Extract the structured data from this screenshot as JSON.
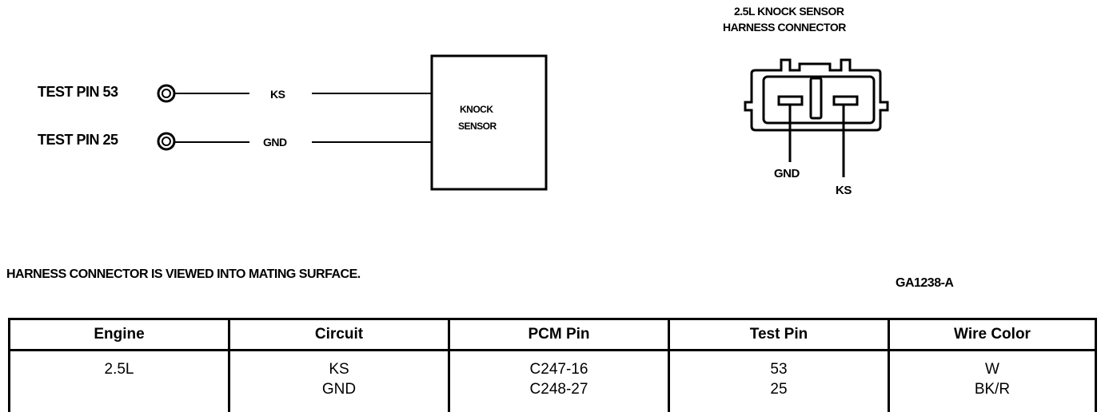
{
  "left_diagram": {
    "test_pins": [
      {
        "label": "TEST PIN 53",
        "circuit": "KS"
      },
      {
        "label": "TEST PIN 25",
        "circuit": "GND"
      }
    ],
    "sensor_label_line1": "KNOCK",
    "sensor_label_line2": "SENSOR"
  },
  "connector": {
    "title_line1": "2.5L KNOCK SENSOR",
    "title_line2": "HARNESS CONNECTOR",
    "pin_left": "GND",
    "pin_right": "KS"
  },
  "note": "HARNESS CONNECTOR IS VIEWED INTO MATING SURFACE.",
  "figure_id": "GA1238-A",
  "table": {
    "headers": [
      "Engine",
      "Circuit",
      "PCM Pin",
      "Test Pin",
      "Wire Color"
    ],
    "engine": "2.5L",
    "rows": [
      {
        "circuit": "KS",
        "pcm_pin": "C247-16",
        "test_pin": "53",
        "wire_color": "W"
      },
      {
        "circuit": "GND",
        "pcm_pin": "C248-27",
        "test_pin": "25",
        "wire_color": "BK/R"
      }
    ]
  }
}
